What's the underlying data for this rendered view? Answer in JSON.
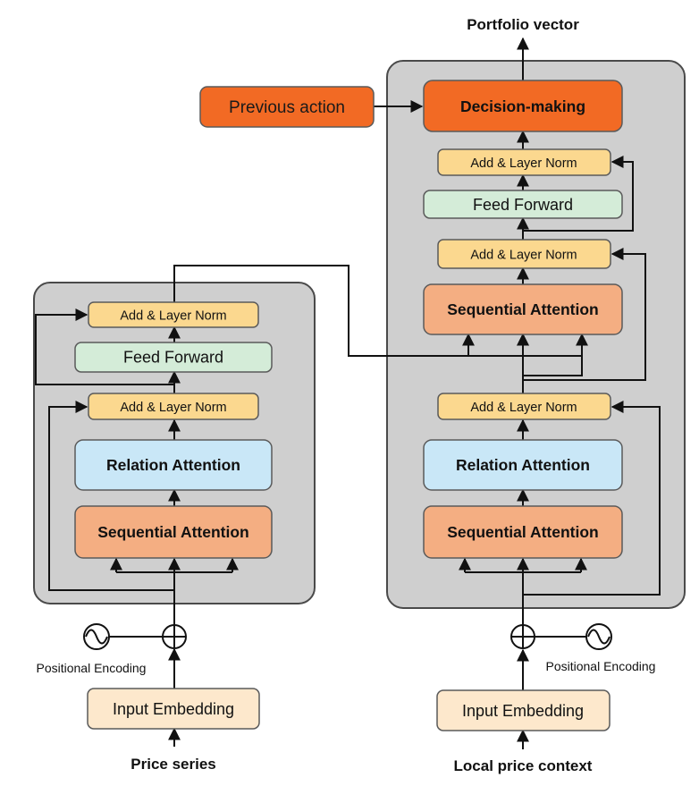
{
  "diagram": {
    "output_label": "Portfolio vector",
    "previous_action_label": "Previous action",
    "decision_label": "Decision-making",
    "left_encoder": {
      "input_label": "Price series",
      "embedding_label": "Input Embedding",
      "positional_label": "Positional Encoding",
      "sequential_label": "Sequential Attention",
      "relation_label": "Relation Attention",
      "norm1_label": "Add & Layer Norm",
      "feed_forward_label": "Feed Forward",
      "norm2_label": "Add & Layer Norm"
    },
    "right_decoder": {
      "input_label": "Local price context",
      "embedding_label": "Input Embedding",
      "positional_label": "Positional Encoding",
      "sequential1_label": "Sequential Attention",
      "relation_label": "Relation Attention",
      "norm1_label": "Add & Layer Norm",
      "sequential2_label": "Sequential Attention",
      "norm2_label": "Add & Layer Norm",
      "feed_forward_label": "Feed Forward",
      "norm3_label": "Add & Layer Norm"
    }
  },
  "colors": {
    "panel": "#cfcfcf",
    "norm": "#fbd88f",
    "feed_forward": "#d4ecd8",
    "relation": "#c9e7f7",
    "sequential": "#f4ae82",
    "decision": "#f26a24",
    "embedding": "#fde8cc"
  }
}
